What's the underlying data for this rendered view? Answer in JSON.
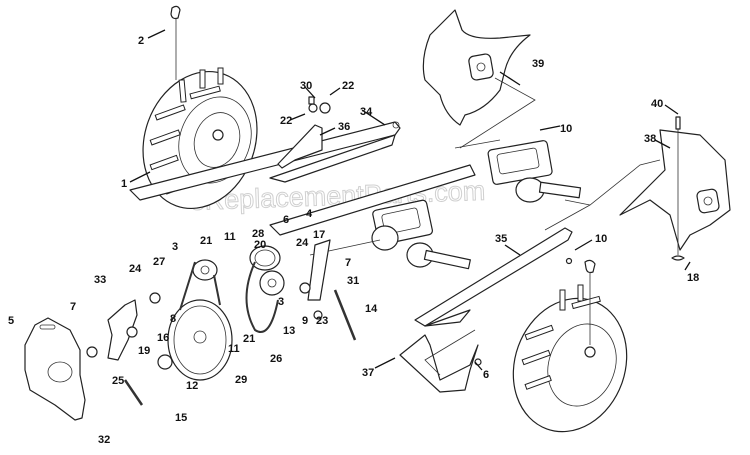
{
  "diagram": {
    "title": "Tiller drive & wheel assembly (exploded view)",
    "watermark": "eReplacementParts.com",
    "callouts": [
      {
        "id": "c1",
        "label": "1",
        "part": "wheel-left"
      },
      {
        "id": "c2",
        "label": "2",
        "part": "hairpin-clip-left"
      },
      {
        "id": "c3a",
        "label": "3",
        "part": "pulley-small"
      },
      {
        "id": "c3b",
        "label": "3",
        "part": "idler-pulley"
      },
      {
        "id": "c4",
        "label": "4",
        "part": "bolt"
      },
      {
        "id": "c5",
        "label": "5",
        "part": "screw"
      },
      {
        "id": "c6a",
        "label": "6",
        "part": "nut"
      },
      {
        "id": "c6b",
        "label": "6",
        "part": "nut"
      },
      {
        "id": "c7a",
        "label": "7",
        "part": "bolt"
      },
      {
        "id": "c7b",
        "label": "7",
        "part": "bolt"
      },
      {
        "id": "c8",
        "label": "8",
        "part": "bolt"
      },
      {
        "id": "c9",
        "label": "9",
        "part": "bolt"
      },
      {
        "id": "c10a",
        "label": "10",
        "part": "transmission"
      },
      {
        "id": "c10b",
        "label": "10",
        "part": "bolt"
      },
      {
        "id": "c11a",
        "label": "11",
        "part": "nut"
      },
      {
        "id": "c11b",
        "label": "11",
        "part": "nut"
      },
      {
        "id": "c12",
        "label": "12",
        "part": "hex-nut"
      },
      {
        "id": "c13",
        "label": "13",
        "part": "spring-washer"
      },
      {
        "id": "c14",
        "label": "14",
        "part": "extension-spring"
      },
      {
        "id": "c15",
        "label": "15",
        "part": "spring"
      },
      {
        "id": "c16",
        "label": "16",
        "part": "nut"
      },
      {
        "id": "c17",
        "label": "17",
        "part": "washer"
      },
      {
        "id": "c18",
        "label": "18",
        "part": "hairpin-clip"
      },
      {
        "id": "c19",
        "label": "19",
        "part": "washer"
      },
      {
        "id": "c20",
        "label": "20",
        "part": "washer"
      },
      {
        "id": "c21a",
        "label": "21",
        "part": "washer"
      },
      {
        "id": "c21b",
        "label": "21",
        "part": "washer"
      },
      {
        "id": "c22a",
        "label": "22",
        "part": "nut"
      },
      {
        "id": "c22b",
        "label": "22",
        "part": "nut"
      },
      {
        "id": "c23",
        "label": "23",
        "part": "washer"
      },
      {
        "id": "c24a",
        "label": "24",
        "part": "spacer"
      },
      {
        "id": "c24b",
        "label": "24",
        "part": "spacer"
      },
      {
        "id": "c25",
        "label": "25",
        "part": "spacer"
      },
      {
        "id": "c26",
        "label": "26",
        "part": "belt"
      },
      {
        "id": "c27",
        "label": "27",
        "part": "belt"
      },
      {
        "id": "c28",
        "label": "28",
        "part": "double-pulley"
      },
      {
        "id": "c29",
        "label": "29",
        "part": "large-pulley"
      },
      {
        "id": "c30",
        "label": "30",
        "part": "knob"
      },
      {
        "id": "c31",
        "label": "31",
        "part": "idler-bracket"
      },
      {
        "id": "c32",
        "label": "32",
        "part": "belt-cover-plate"
      },
      {
        "id": "c33",
        "label": "33",
        "part": "idler-arm"
      },
      {
        "id": "c34",
        "label": "34",
        "part": "frame-rail-left"
      },
      {
        "id": "c35",
        "label": "35",
        "part": "frame-rail-right"
      },
      {
        "id": "c36",
        "label": "36",
        "part": "bracket"
      },
      {
        "id": "c37",
        "label": "37",
        "part": "shield"
      },
      {
        "id": "c38",
        "label": "38",
        "part": "tine-right"
      },
      {
        "id": "c39",
        "label": "39",
        "part": "tine-left"
      },
      {
        "id": "c40",
        "label": "40",
        "part": "clevis-pin"
      }
    ]
  }
}
